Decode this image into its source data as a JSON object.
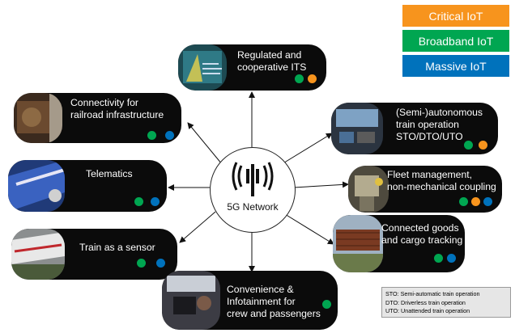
{
  "legend": [
    {
      "label": "Critical IoT",
      "color": "#f7941d"
    },
    {
      "label": "Broadband IoT",
      "color": "#00a651"
    },
    {
      "label": "Massive IoT",
      "color": "#0072bc"
    }
  ],
  "hub": {
    "label": "5G Network"
  },
  "use_cases": [
    {
      "id": "its",
      "lines": [
        "Regulated and",
        "cooperative ITS"
      ],
      "categories": [
        "Broadband IoT",
        "Critical IoT"
      ]
    },
    {
      "id": "rail-infra",
      "lines": [
        "Connectivity for",
        "railroad infrastructure"
      ],
      "categories": [
        "Broadband IoT",
        "Massive IoT"
      ]
    },
    {
      "id": "autonomous",
      "lines": [
        "(Semi-)autonomous",
        "train operation",
        "STO/DTO/UTO"
      ],
      "categories": [
        "Broadband IoT",
        "Critical IoT"
      ]
    },
    {
      "id": "telematics",
      "lines": [
        "Telematics"
      ],
      "categories": [
        "Broadband IoT",
        "Massive IoT"
      ]
    },
    {
      "id": "fleet",
      "lines": [
        "Fleet management,",
        "non-mechanical coupling"
      ],
      "categories": [
        "Broadband IoT",
        "Critical IoT",
        "Massive IoT"
      ]
    },
    {
      "id": "sensor",
      "lines": [
        "Train as a sensor"
      ],
      "categories": [
        "Broadband IoT",
        "Massive IoT"
      ]
    },
    {
      "id": "cargo",
      "lines": [
        "Connected goods",
        "and cargo tracking"
      ],
      "categories": [
        "Broadband IoT",
        "Massive IoT"
      ]
    },
    {
      "id": "infotainment",
      "lines": [
        "Convenience &",
        "Infotainment for",
        "crew and passengers"
      ],
      "categories": [
        "Broadband IoT"
      ]
    }
  ],
  "footnote": [
    "STO: Semi-automatic train operation",
    "DTO: Driverless train operation",
    "UTO: Unattended train operation"
  ]
}
